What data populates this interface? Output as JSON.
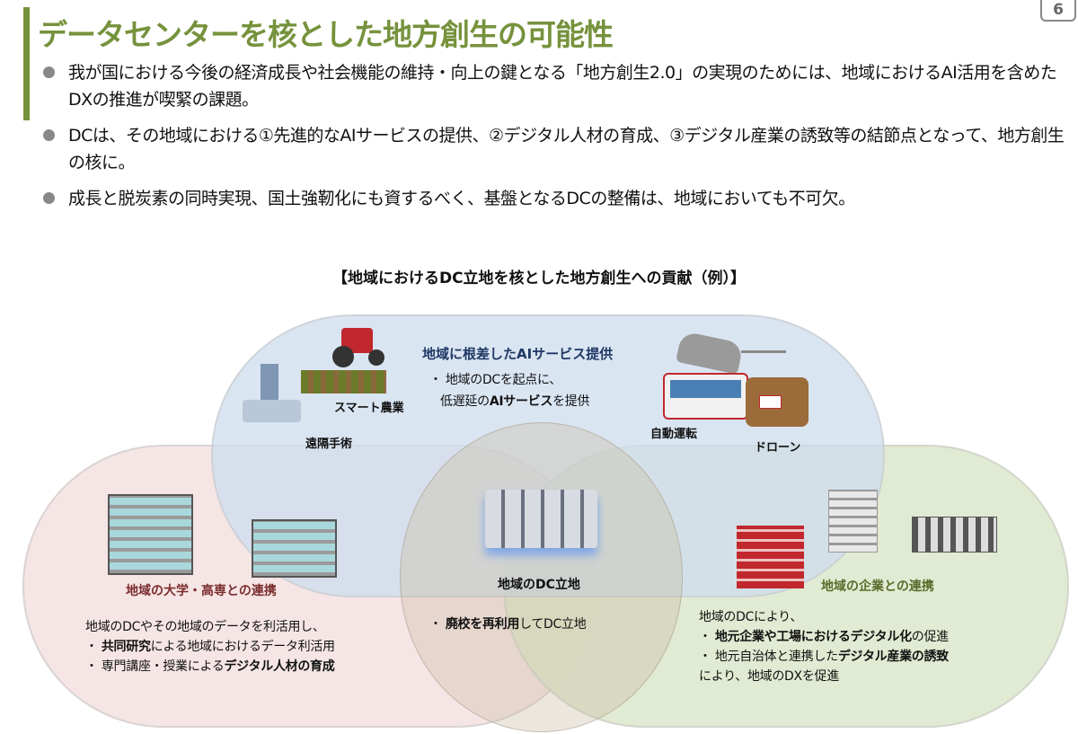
{
  "page_number": "6",
  "title": "データセンターを核とした地方創生の可能性",
  "bullets": [
    "我が国における今後の経済成長や社会機能の維持・向上の鍵となる「地方創生2.0」の実現のためには、地域におけるAI活用を含めたDXの推進が喫緊の課題。",
    "DCは、その地域における①先進的なAIサービスの提供、②デジタル人材の育成、③デジタル産業の誘致等の結節点となって、地方創生の核に。",
    "成長と脱炭素の同時実現、国土強靭化にも資するべく、基盤となるDCの整備は、地域においても不可欠。"
  ],
  "diagram_title": "【地域におけるDC立地を核とした地方創生への貢献（例）】",
  "top": {
    "heading": "地域に根差したAIサービス提供",
    "line1": "・ 地域のDCを起点に、",
    "line2a": "低遅延の",
    "line2b": "AIサービス",
    "line2c": "を提供",
    "labels": {
      "farm": "スマート農業",
      "surgery": "遠隔手術",
      "driving": "自動運転",
      "drone": "ドローン"
    }
  },
  "left": {
    "heading": "地域の大学・高専との連携",
    "line1": "地域のDCやその地域のデータを利活用し、",
    "b1a": "・ ",
    "b1b": "共同研究",
    "b1c": "による地域におけるデータ利活用",
    "b2a": "・ 専門講座・授業による",
    "b2b": "デジタル人材の育成"
  },
  "center": {
    "heading": "地域のDC立地",
    "b1a": "・ ",
    "b1b": "廃校を再利用",
    "b1c": "してDC立地"
  },
  "right": {
    "heading": "地域の企業との連携",
    "line1": "地域のDCにより、",
    "b1a": "・ ",
    "b1b": "地元企業や工場におけるデジタル化",
    "b1c": "の促進",
    "b2a": "・ 地元自治体と連携した",
    "b2b": "デジタル産業の誘致",
    "line4": "により、地域のDXを促進"
  },
  "colors": {
    "accent": "#76923c",
    "top_heading": "#1f3864",
    "left_heading": "#7b2c2c",
    "right_heading": "#5a6b2a"
  }
}
